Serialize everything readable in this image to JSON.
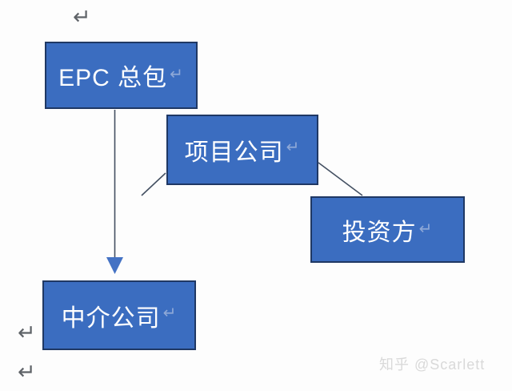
{
  "colors": {
    "background": "#fdfdfd",
    "node_fill": "#3b6dc0",
    "node_border": "#1f3864",
    "node_text": "#ffffff",
    "connector_line": "#445062",
    "arrowhead_fill": "#4472c4",
    "paragraph_mark": "#5f6368",
    "watermark": "#d9d9d9"
  },
  "glyphs": {
    "return_mark": "↵"
  },
  "nodes": {
    "epc": {
      "label": "EPC 总包"
    },
    "project": {
      "label": "项目公司"
    },
    "investor": {
      "label": "投资方"
    },
    "agency": {
      "label": "中介公司"
    }
  },
  "edges": [
    {
      "from": "EPC 总包",
      "to": "中介公司",
      "type": "arrow-down"
    },
    {
      "from": "项目公司",
      "to": "",
      "type": "line",
      "note": "short unattached segment toward lower-left"
    },
    {
      "from": "项目公司",
      "to": "投资方",
      "type": "line"
    }
  ],
  "watermark": {
    "text": "知乎 @Scarlett"
  }
}
